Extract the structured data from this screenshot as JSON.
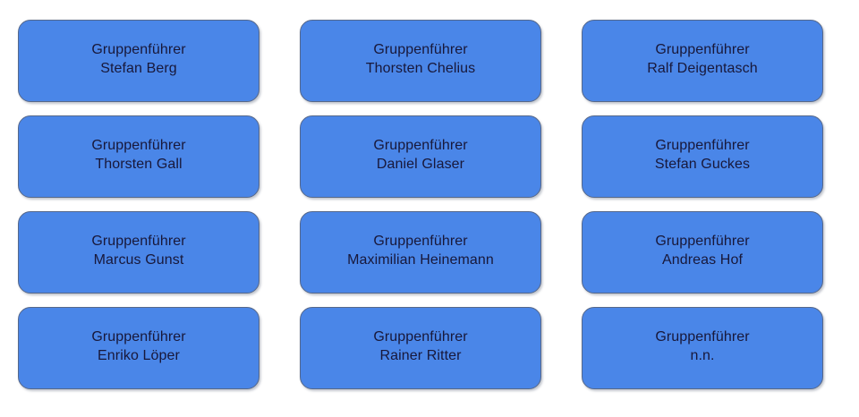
{
  "page": {
    "background_color": "#ffffff",
    "layout": {
      "columns": 3,
      "rows": 4
    }
  },
  "style": {
    "box_fill": "#4a86e8",
    "box_border": "#56688a",
    "text_color": "#18183a"
  },
  "nodes": [
    {
      "role": "Gruppenführer",
      "name": "Stefan Berg"
    },
    {
      "role": "Gruppenführer",
      "name": "Thorsten Chelius"
    },
    {
      "role": "Gruppenführer",
      "name": "Ralf Deigentasch"
    },
    {
      "role": "Gruppenführer",
      "name": "Thorsten Gall"
    },
    {
      "role": "Gruppenführer",
      "name": "Daniel Glaser"
    },
    {
      "role": "Gruppenführer",
      "name": "Stefan Guckes"
    },
    {
      "role": "Gruppenführer",
      "name": "Marcus Gunst"
    },
    {
      "role": "Gruppenführer",
      "name": "Maximilian Heinemann"
    },
    {
      "role": "Gruppenführer",
      "name": "Andreas Hof"
    },
    {
      "role": "Gruppenführer",
      "name": "Enriko Löper"
    },
    {
      "role": "Gruppenführer",
      "name": "Rainer Ritter"
    },
    {
      "role": "Gruppenführer",
      "name": "n.n."
    }
  ]
}
